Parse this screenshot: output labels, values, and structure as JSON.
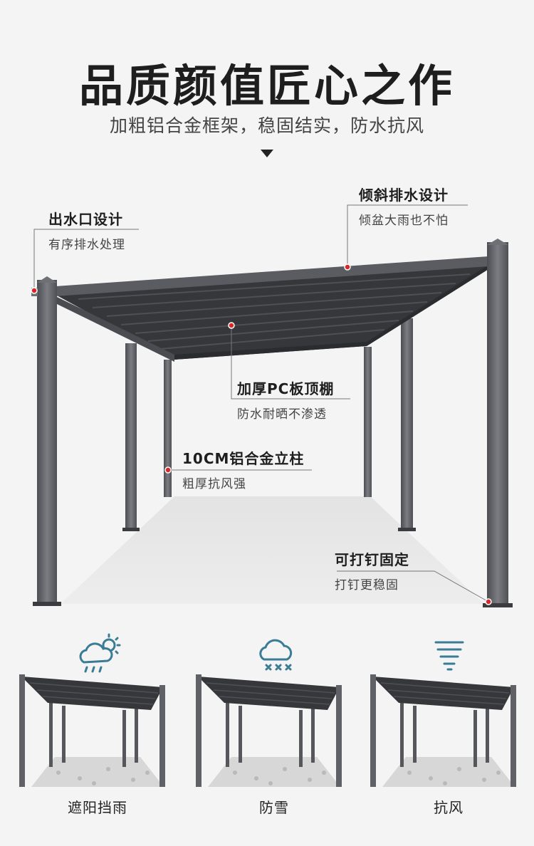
{
  "header": {
    "title": "品质颜值匠心之作",
    "subtitle": "加粗铝合金框架，稳固结实，防水抗风"
  },
  "callouts": {
    "outlet": {
      "title": "出水口设计",
      "sub": "有序排水处理"
    },
    "slope": {
      "title": "倾斜排水设计",
      "sub": "倾盆大雨也不怕"
    },
    "roof": {
      "title": "加厚PC板顶棚",
      "sub": "防水耐晒不渗透"
    },
    "pillar": {
      "title": "10CM铝合金立柱",
      "sub": "粗厚抗风强"
    },
    "nail": {
      "title": "可打钉固定",
      "sub": "打钉更稳固"
    }
  },
  "features": [
    {
      "label": "遮阳挡雨",
      "icon": "sun-rain-cloud-icon"
    },
    {
      "label": "防雪",
      "icon": "snow-cloud-icon"
    },
    {
      "label": "抗风",
      "icon": "tornado-icon"
    }
  ],
  "colors": {
    "accent": "#3a7c96",
    "frame": "#5f6166",
    "roof": "#3a3c40",
    "marker": "#d8262b"
  }
}
